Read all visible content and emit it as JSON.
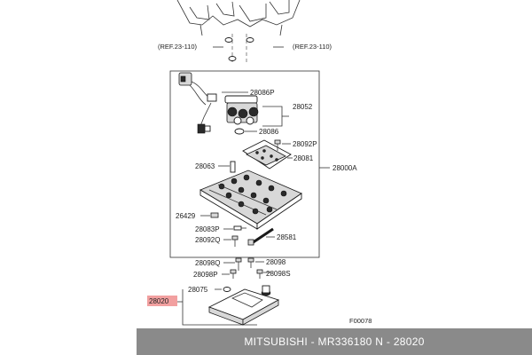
{
  "labels": {
    "ref_left": "(REF.23-110)",
    "ref_right": "(REF.23-110)",
    "p28086P": "28086P",
    "p28052": "28052",
    "p28086": "28086",
    "p28092P": "28092P",
    "p28081": "28081",
    "p28063": "28063",
    "p28000A": "28000A",
    "p26429": "26429",
    "p28083P": "28083P",
    "p28092Q": "28092Q",
    "p28581": "28581",
    "p28098Q": "28098Q",
    "p28098": "28098",
    "p28098P": "28098P",
    "p28098S": "28098S",
    "p28075": "28075",
    "p28020": "28020",
    "figure_code": "F00078"
  },
  "footer": {
    "caption": "MITSUBISHI - MR336180      N - 28020"
  },
  "colors": {
    "highlight": "#f2a0a0",
    "footer_bg": "#8a8a8a",
    "footer_text": "#ffffff"
  }
}
